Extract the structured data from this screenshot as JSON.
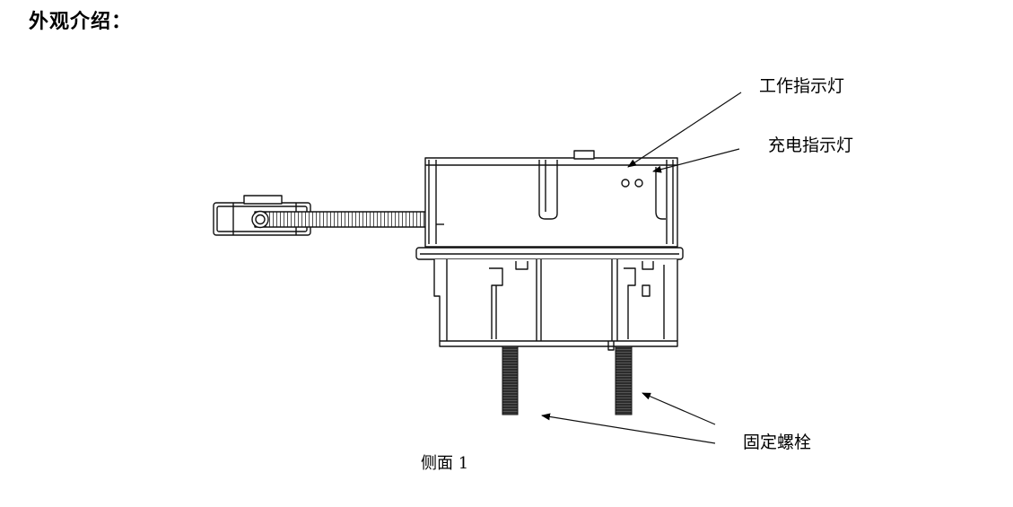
{
  "section": {
    "title": "外观介绍："
  },
  "figure": {
    "callouts": {
      "work_indicator": "工作指示灯",
      "charge_indicator": "充电指示灯",
      "fixing_bolt": "固定螺栓"
    },
    "caption": "侧面 1"
  }
}
